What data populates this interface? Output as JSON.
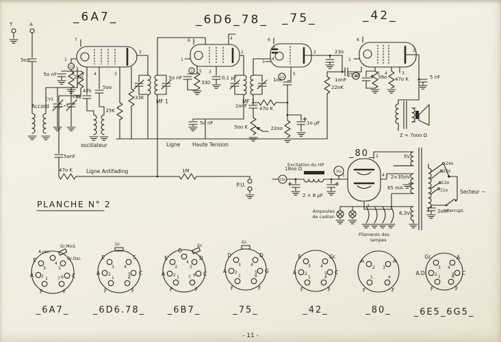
{
  "page": {
    "title": "PLANCHE N° 2",
    "footer": "- 11 -"
  },
  "schematic": {
    "tube_titles": {
      "a7": "_6A7_",
      "d6": "_6D6_78_",
      "t75": "_75_",
      "t42": "_42_",
      "t80": "_80_"
    },
    "terminals": {
      "t": "T",
      "a": "A",
      "pu": "P.U.",
      "secteur": "Secteur ~",
      "interrupt": "Interrupt."
    },
    "lines": {
      "ht1": "Ligne",
      "ht2": "Haute Tension",
      "af": "Ligne Antifading"
    },
    "blocks": {
      "accord": "Accord",
      "osc": "oscillateur",
      "mf1": "MF 1",
      "mf2": "MF 2",
      "excitation": "Excitation du HP",
      "ampoules1": "Ampoules",
      "ampoules2": "de cadran",
      "filaments1": "Filaments des",
      "filaments2": "lampes"
    },
    "values": {
      "ant_cap": "5oo",
      "g_cap": "5o nF",
      "k_res": "22o",
      "g_res": "47k",
      "osc_cap1": "5o",
      "osc_cap2": "5oo",
      "osc_res": "25K",
      "screen_res": "33K",
      "cv1": "CV1",
      "cv2": "CV2",
      "d6_cap": "5o nF",
      "d6_res": "330",
      "d6_cap2": "0,1 µF",
      "ht_cap": "5o nF",
      "af_cap": "5onF",
      "af_res": "47o K",
      "pu_res": "1M",
      "det_cap": "1oo",
      "det_res": "47o K",
      "det_cap2": "1onF",
      "vol_pot": "5oo K",
      "k75_res": "22oo",
      "k75_cap": "1o µF",
      "p75_cap": "23o",
      "cpl_cap": "1onF",
      "g42_res": "22oK",
      "k42_res": "39o",
      "k42_cap": "25 µF",
      "s42_res": "47o K",
      "tone_cap": "5 nF",
      "spk_z": "Z = 7ooo Ω",
      "choke_z": "18oo Ω",
      "elco": "2 × 8 µF",
      "line_cap": "2onF",
      "w5": "5V",
      "whv": "2×35oV",
      "wma": "65 mA",
      "w63": "6,3V",
      "tap240": "24o",
      "tap220": "22o",
      "tap130": "13o",
      "tap110": "11o",
      "v13a": "13",
      "v1d6": "1",
      "v13b": "13",
      "v16": "16",
      "v250": "25o",
      "v350": "35o"
    },
    "pins": {
      "a7": [
        "7",
        "1",
        "6",
        "5",
        "4",
        "3",
        "2"
      ],
      "d6": [
        "6",
        "1",
        "4",
        "5",
        "3",
        "2"
      ],
      "t75": [
        "6",
        "3",
        "1",
        "4",
        "5",
        "2"
      ],
      "t42": [
        "6",
        "1",
        "5",
        "4",
        "3",
        "2"
      ],
      "t80": [
        "2",
        "1",
        "4",
        "3"
      ]
    }
  },
  "sockets": [
    {
      "title": "_6A7_",
      "cap": "Gr.Mod.",
      "pins": [
        {
          "n": "4",
          "l": "A.osc."
        },
        {
          "n": "3",
          "l": "E"
        },
        {
          "n": "5",
          "l": "Gr.Osc."
        },
        {
          "n": "2",
          "l": "A"
        },
        {
          "n": "6",
          "l": "C"
        },
        {
          "n": "1",
          "l": "F"
        },
        {
          "n": "7",
          "l": "F"
        }
      ]
    },
    {
      "title": "_6D6.78_",
      "cap": "Gr.",
      "pins": [
        {
          "n": "4",
          "l": "S"
        },
        {
          "n": "3",
          "l": "E"
        },
        {
          "n": "2",
          "l": "A"
        },
        {
          "n": "5",
          "l": "C"
        },
        {
          "n": "1",
          "l": "F"
        },
        {
          "n": "6",
          "l": "F"
        }
      ]
    },
    {
      "title": "_6B7_",
      "cap": "Gr.",
      "pins": [
        {
          "n": "4",
          "l": "D"
        },
        {
          "n": "3",
          "l": "E"
        },
        {
          "n": "5",
          "l": "D"
        },
        {
          "n": "2",
          "l": "A"
        },
        {
          "n": "6",
          "l": "C"
        },
        {
          "n": "1",
          "l": "F"
        },
        {
          "n": "7",
          "l": "F"
        }
      ]
    },
    {
      "title": "_75_",
      "cap": "Gr.",
      "pins": [
        {
          "n": "4",
          "l": "D"
        },
        {
          "n": "3",
          "l": "D"
        },
        {
          "n": "2",
          "l": "A"
        },
        {
          "n": "5",
          "l": "G"
        },
        {
          "n": "1",
          "l": "F"
        },
        {
          "n": "6",
          "l": "F"
        }
      ]
    },
    {
      "title": "_42_",
      "cap": "",
      "pins": [
        {
          "n": "4",
          "l": "Gr."
        },
        {
          "n": "3",
          "l": "E"
        },
        {
          "n": "2",
          "l": "A"
        },
        {
          "n": "5",
          "l": "C"
        },
        {
          "n": "1",
          "l": "F"
        },
        {
          "n": "6",
          "l": "F"
        }
      ]
    },
    {
      "title": "_80_",
      "cap": "",
      "pins": [
        {
          "n": "2",
          "l": "A"
        },
        {
          "n": "3",
          "l": "A"
        },
        {
          "n": "1",
          "l": "F"
        },
        {
          "n": "4",
          "l": "F"
        }
      ]
    },
    {
      "title": "_6E5_6G5_",
      "cap": "",
      "pins": [
        {
          "n": "4",
          "l": "A"
        },
        {
          "n": "3",
          "l": "Gr."
        },
        {
          "n": "2",
          "l": "A.D."
        },
        {
          "n": "5",
          "l": "C"
        },
        {
          "n": "1",
          "l": "F"
        },
        {
          "n": "6",
          "l": "F"
        }
      ]
    }
  ]
}
